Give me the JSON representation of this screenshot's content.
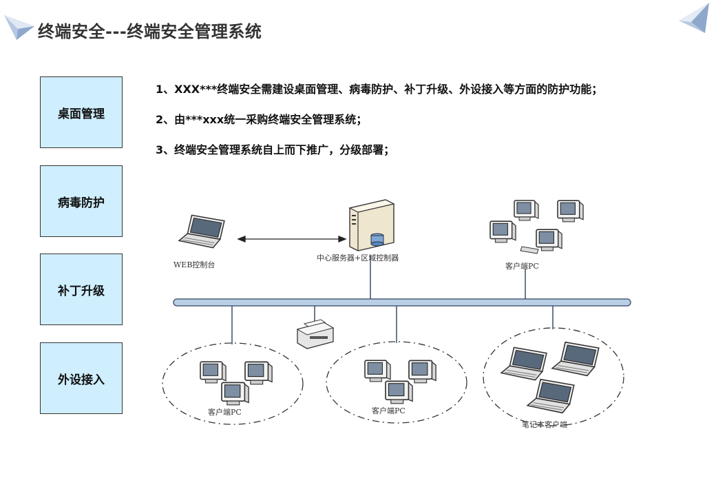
{
  "header": {
    "title": "终端安全---终端安全管理系统"
  },
  "features": [
    {
      "label": "桌面管理"
    },
    {
      "label": "病毒防护"
    },
    {
      "label": "补丁升级"
    },
    {
      "label": "外设接入"
    }
  ],
  "points": [
    "1、XXX***终端安全需建设桌面管理、病毒防护、补丁升级、外设接入等方面的防护功能；",
    "2、由***xxx统一采购终端安全管理系统；",
    "3、终端安全管理系统自上而下推广，分级部署；"
  ],
  "diagram": {
    "web_console": "WEB控制台",
    "server": "中心服务器+区域控制器",
    "client_pc_top": "客户端PC",
    "client_pc_group1": "客户端PC",
    "client_pc_group2": "客户端PC",
    "laptop_group": "笔记本客户端"
  },
  "colors": {
    "box_fill": "#cfeefe",
    "bus_fill": "#b9cfe6",
    "accent": "#9fb8d6"
  }
}
